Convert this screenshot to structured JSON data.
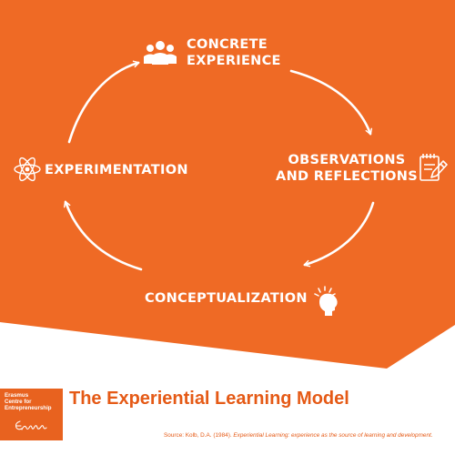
{
  "diagram": {
    "title": "The Experiential Learning Model",
    "source_prefix": "Source: Kolb, D.A. (1984).",
    "source_work": "Experiential Learning: experience as the source of learning and development.",
    "nodes": {
      "concrete": {
        "line1": "CONCRETE",
        "line2": "EXPERIENCE",
        "icon": "people-icon"
      },
      "observations": {
        "line1": "OBSERVATIONS",
        "line2": "AND REFLECTIONS",
        "icon": "notepad-pencil-icon"
      },
      "conceptualization": {
        "line1": "CONCEPTUALIZATION",
        "icon": "lightbulb-head-icon"
      },
      "experimentation": {
        "line1": "EXPERIMENTATION",
        "icon": "atom-icon"
      }
    },
    "cycle_direction": "clockwise"
  },
  "logo": {
    "text_lines": [
      "Erasmus",
      "Centre for",
      "Entrepreneurship"
    ],
    "signature": "Erasmus"
  },
  "colors": {
    "orange": "#ef6a25",
    "logo_orange": "#e8621f",
    "title_orange": "#e55a16",
    "white": "#ffffff"
  }
}
